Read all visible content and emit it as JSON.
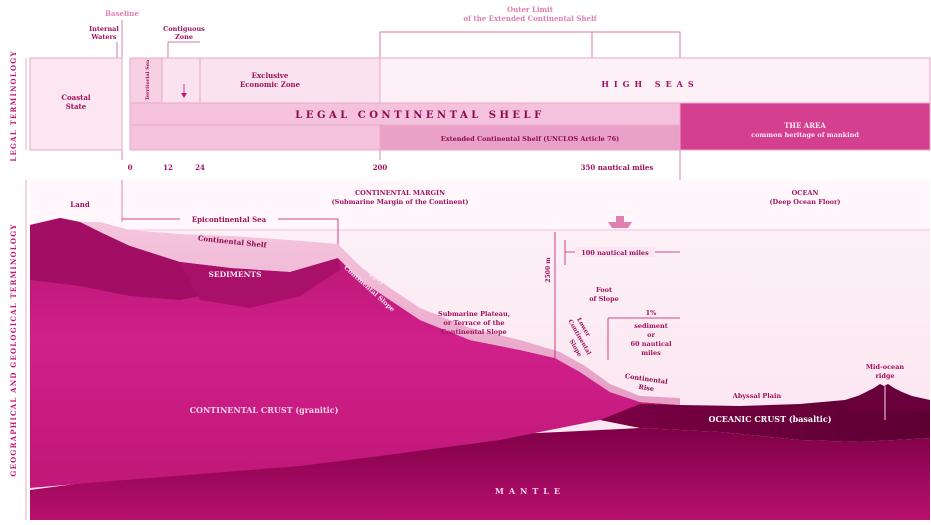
{
  "side_labels": {
    "legal": "LEGAL TERMINOLOGY",
    "geo": "GEOGRAPHICAL AND GEOLOGICAL TERMINOLOGY"
  },
  "legal": {
    "baseline": "Baseline",
    "internal_waters": [
      "Internal",
      "Waters"
    ],
    "contiguous_zone": [
      "Contiguous",
      "Zone"
    ],
    "outer_limit": [
      "Outer Limit",
      "of the Extended Continental Shelf"
    ],
    "coastal_state": [
      "Coastal",
      "State"
    ],
    "territorial_sea": "Territorial Sea",
    "eez": [
      "Exclusive",
      "Economic Zone"
    ],
    "high_seas": "HIGH SEAS",
    "legal_continental_shelf": "LEGAL CONTINENTAL SHELF",
    "extended_shelf": "Extended Continental Shelf (UNCLOS Article 76)",
    "the_area": [
      "THE AREA",
      "common heritage of mankind"
    ]
  },
  "scale": {
    "m0": "0",
    "m12": "12",
    "m24": "24",
    "m200": "200",
    "m350": "350 nautical miles"
  },
  "geo": {
    "land": "Land",
    "continental_margin": [
      "CONTINENTAL MARGIN",
      "(Submarine Margin of the Continent)"
    ],
    "ocean": [
      "OCEAN",
      "(Deep Ocean Floor)"
    ],
    "epicontinental_sea": "Epicontinental Sea",
    "continental_shelf": "Continental Shelf",
    "sediments": "SEDIMENTS",
    "upper_slope": [
      "Upper",
      "Continental Slope"
    ],
    "submarine_plateau": [
      "Submarine Plateau,",
      "or Terrace of the",
      "Continental Slope"
    ],
    "depth_2500": "2500 m",
    "hundred_nm": "100 nautical miles",
    "foot_of_slope": [
      "Foot",
      "of Slope"
    ],
    "one_percent": [
      "1%",
      "sediment",
      "or",
      "60 nautical",
      "miles"
    ],
    "lower_slope": [
      "Lower",
      "Continental",
      "Slope"
    ],
    "continental_rise": [
      "Continental",
      "Rise"
    ],
    "abyssal_plain": "Abyssal Plain",
    "mid_ocean_ridge": [
      "Mid-ocean",
      "ridge"
    ],
    "continental_crust": "CONTINENTAL CRUST (granitic)",
    "oceanic_crust": "OCEANIC CRUST (basaltic)",
    "mantle": "MANTLE"
  },
  "colors": {
    "accent": "#c0166e",
    "light_band": "#fbe6f1",
    "mid_band": "#f1b8d6",
    "crust": "#c3147a",
    "mantle": "#86004a",
    "water": "#fdf1f7"
  }
}
